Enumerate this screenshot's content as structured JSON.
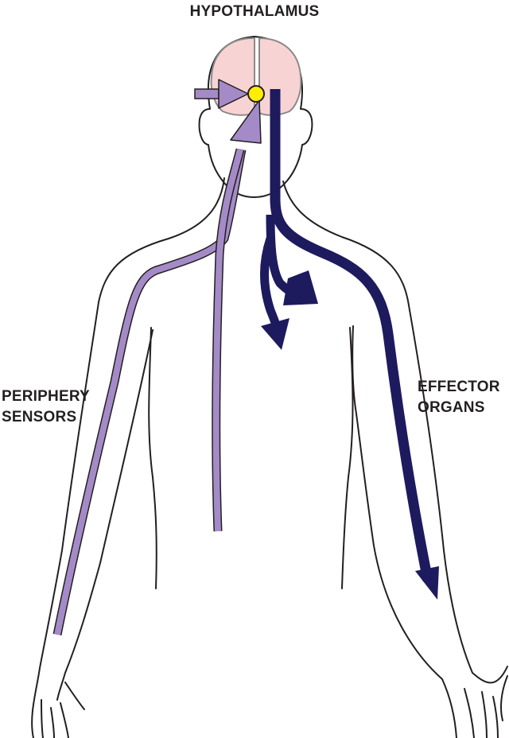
{
  "labels": {
    "hypothalamus": "HYPOTHALAMUS",
    "periphery": [
      "PERIPHERY",
      "SENSORS"
    ],
    "effector": [
      "EFFECTOR",
      "ORGANS"
    ]
  },
  "colors": {
    "afferent_pathway": "#a48bc7",
    "efferent_pathway": "#1e1a5e",
    "brain_fill": "#f8d3d3",
    "hypothalamus_dot": "#ffee00",
    "body_outline": "#231f20"
  },
  "icons": {
    "body": "human-torso-outline",
    "brain": "brain-hemispheres",
    "hypothalamus": "yellow-dot"
  }
}
